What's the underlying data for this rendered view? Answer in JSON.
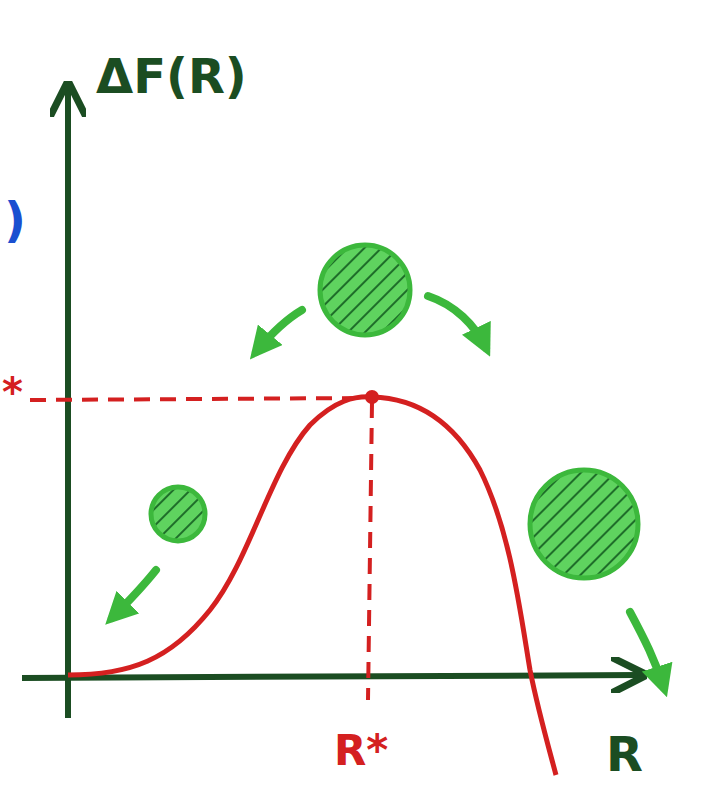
{
  "diagram": {
    "labels": [
      "ΔF(R)",
      "R*",
      "R",
      ")",
      "*"
    ]
  }
}
